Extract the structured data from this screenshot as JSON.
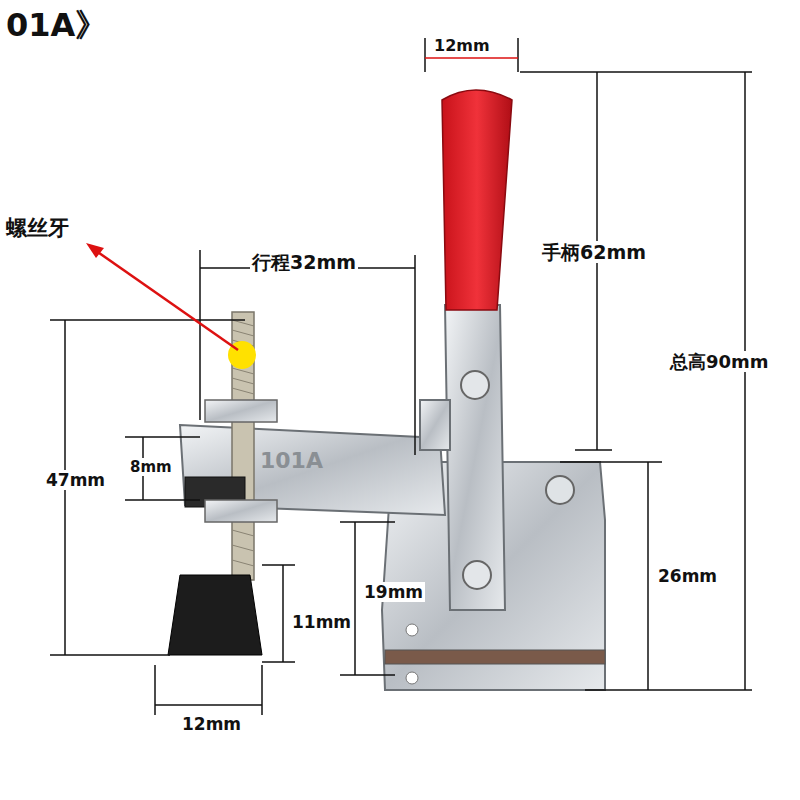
{
  "diagram": {
    "labels": [
      "01A》",
      "螺丝牙",
      "12mm",
      "行程32mm",
      "手柄62mm",
      "总高90mm",
      "47mm",
      "8mm",
      "101A",
      "19mm",
      "26mm",
      "11mm",
      "12mm"
    ]
  }
}
